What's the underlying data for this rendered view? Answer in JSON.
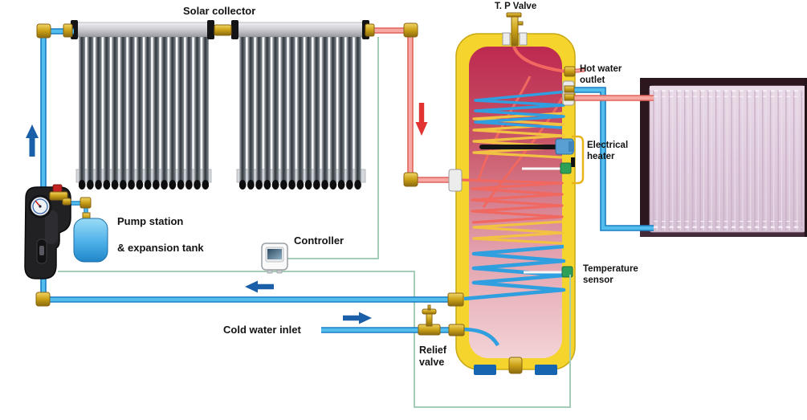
{
  "labels": {
    "solar_collector": "Solar collector",
    "tp_valve": "T. P  Valve",
    "hot_water_outlet": "Hot water outlet",
    "electrical_heater": "Electrical heater",
    "temperature_sensor": "Temperature sensor",
    "pump_station": "Pump station",
    "expansion_tank": "& expansion tank",
    "controller": "Controller",
    "cold_water_inlet": "Cold water inlet",
    "relief_valve": "Relief valve"
  },
  "flow_arrows": [
    {
      "name": "collector-supply",
      "direction": "up",
      "color": "blue"
    },
    {
      "name": "solar-hot-down",
      "direction": "down",
      "color": "red"
    },
    {
      "name": "return-line",
      "direction": "left",
      "color": "blue"
    },
    {
      "name": "cold-water-inlet",
      "direction": "right",
      "color": "blue"
    }
  ],
  "colors": {
    "pipe_cold": "#53bdee",
    "pipe_cold_edge": "#1a7ec2",
    "pipe_hot": "#f6a8a2",
    "pipe_hot_edge": "#e2625c",
    "sensor_wire": "#a5cdb6",
    "tank_body": "#f5d42e",
    "coil_blue": "#2f9fe0",
    "coil_yellow": "#f2c243",
    "coil_red": "#f0685f",
    "brass": "#caa016",
    "arrow_blue": "#1a5fa8",
    "arrow_red": "#e23333",
    "radiator_panel": "#dfcbdd",
    "photo_background": "#2b171d"
  }
}
